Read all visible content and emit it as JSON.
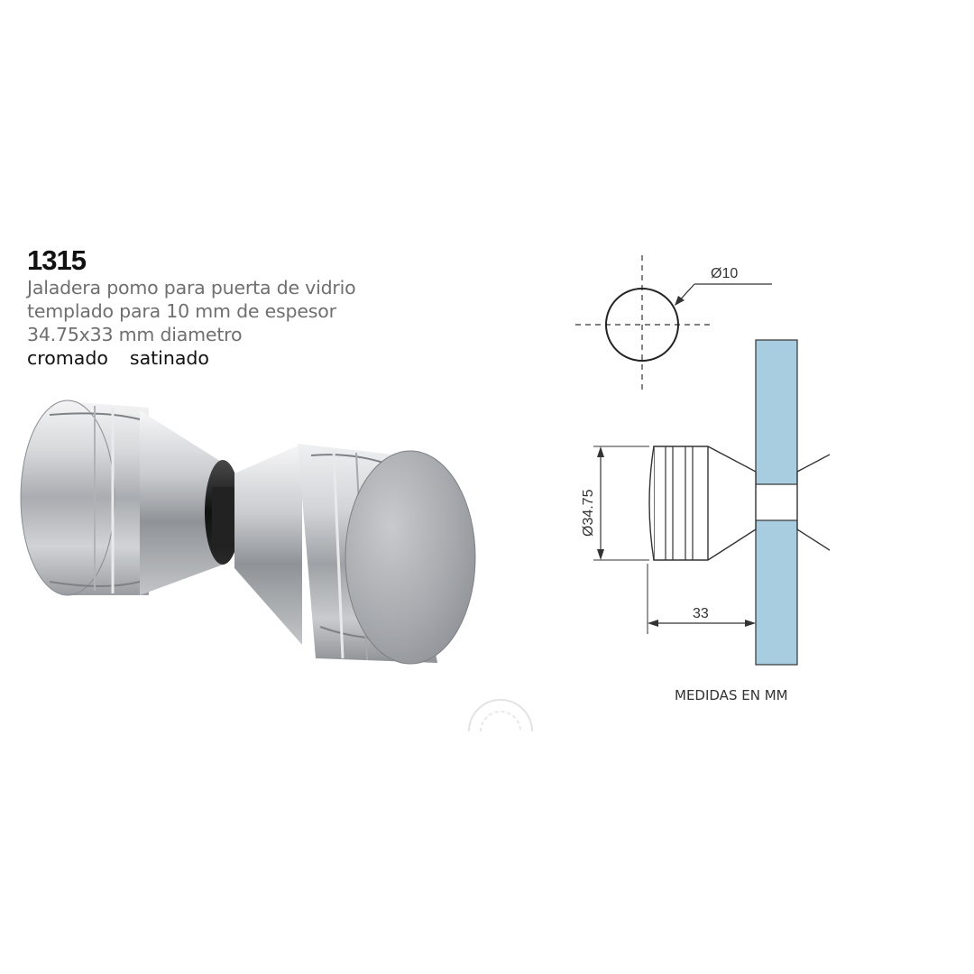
{
  "product": {
    "code": "1315",
    "description_lines": [
      "Jaladera pomo para puerta de vidrio",
      "templado para 10 mm de espesor",
      "34.75x33 mm diametro"
    ],
    "finishes": [
      "cromado",
      "satinado"
    ]
  },
  "drawing": {
    "hole_diameter_label": "Ø10",
    "knob_diameter_label": "Ø34.75",
    "knob_length_label": "33",
    "units_note": "MEDIDAS EN MM"
  },
  "colors": {
    "glass": "#a9cde0",
    "line": "#333333",
    "chrome": "#c7c9cc"
  }
}
